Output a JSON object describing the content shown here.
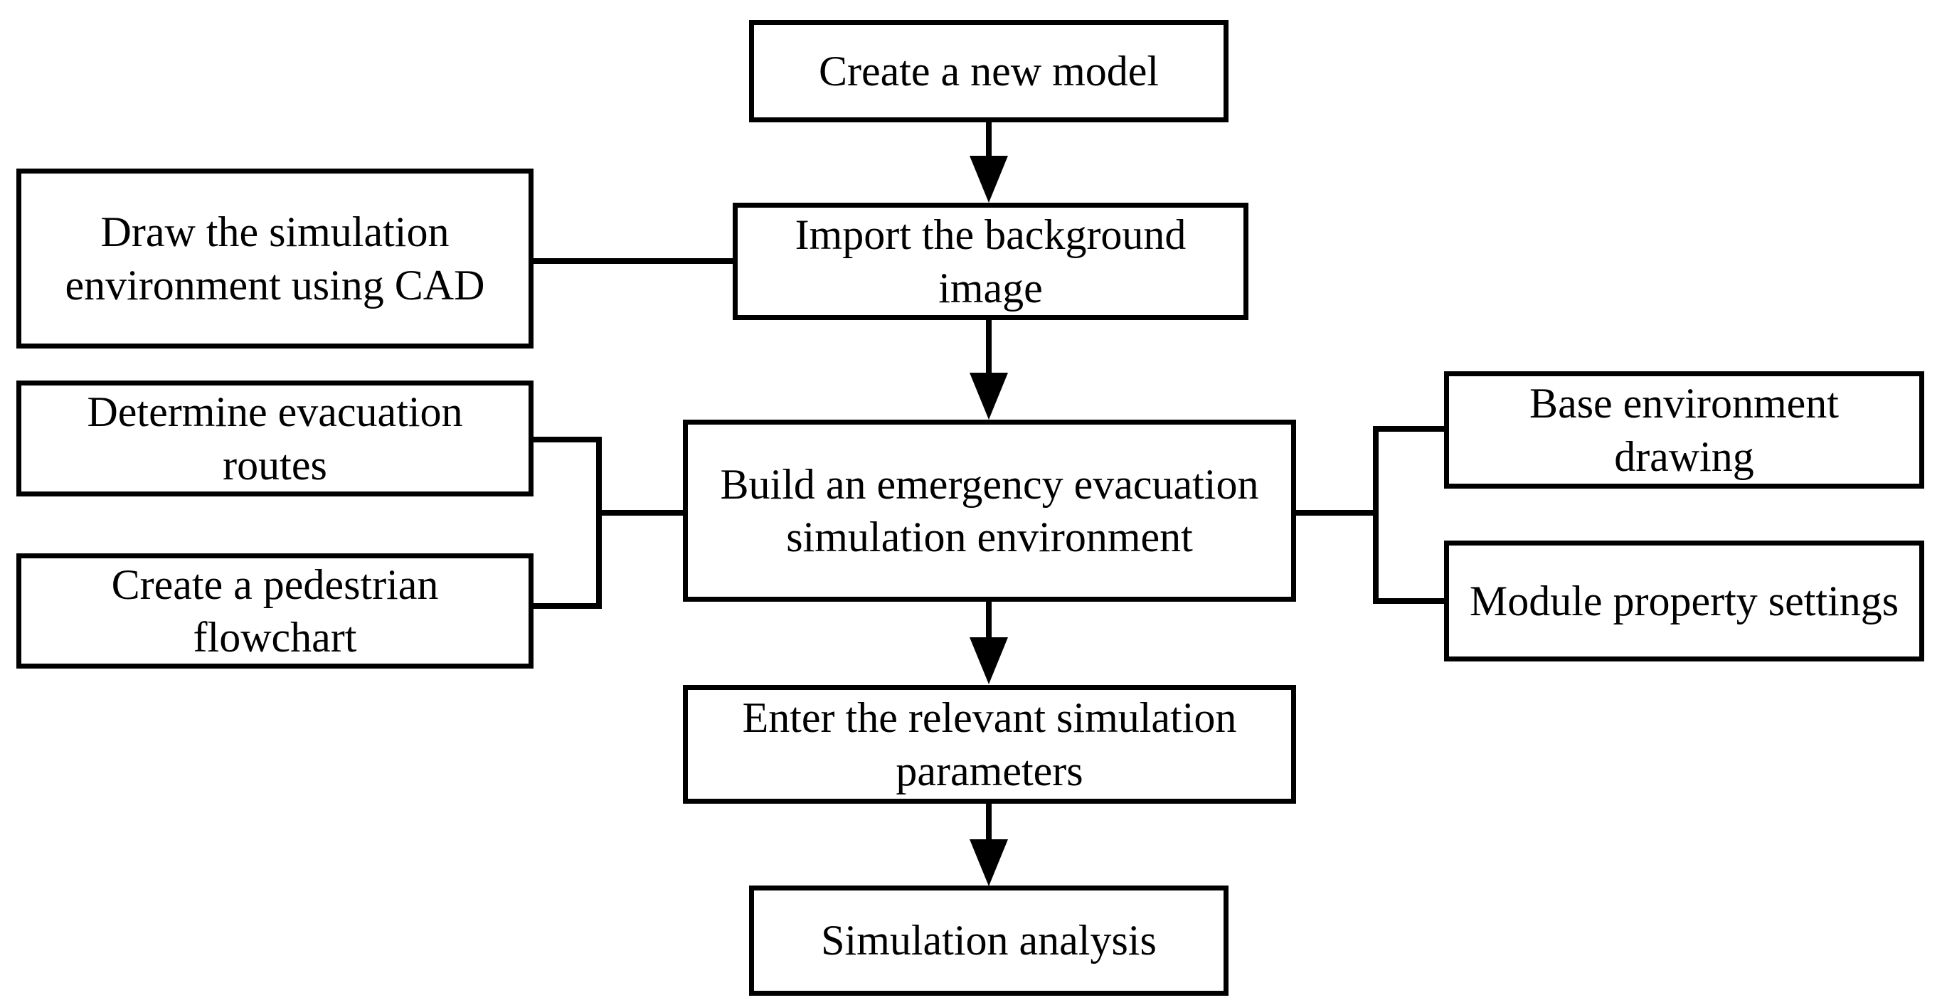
{
  "diagram": {
    "title": "Emergency evacuation simulation modelling workflow",
    "type": "flowchart",
    "background_color": "#ffffff",
    "line_color": "#000000",
    "text_color": "#000000",
    "nodes": {
      "create_model": "Create a new model",
      "import_background": "Import the background image",
      "draw_cad": "Draw the simulation environment using CAD",
      "determine_routes": "Determine evacuation routes",
      "create_flowchart": "Create a pedestrian flowchart",
      "build_environment": "Build an emergency evacuation simulation environment",
      "base_drawing": "Base environment drawing",
      "module_settings": "Module property settings",
      "enter_parameters": "Enter the relevant simulation parameters",
      "simulation_analysis": "Simulation analysis"
    },
    "edges": [
      {
        "from": "create_model",
        "to": "import_background",
        "style": "arrow-down"
      },
      {
        "from": "draw_cad",
        "to": "import_background",
        "style": "line-horizontal"
      },
      {
        "from": "import_background",
        "to": "build_environment",
        "style": "arrow-down"
      },
      {
        "from": "determine_routes",
        "to": "build_environment",
        "style": "bracket-left"
      },
      {
        "from": "create_flowchart",
        "to": "build_environment",
        "style": "bracket-left"
      },
      {
        "from": "build_environment",
        "to": "base_drawing",
        "style": "bracket-right"
      },
      {
        "from": "build_environment",
        "to": "module_settings",
        "style": "bracket-right"
      },
      {
        "from": "build_environment",
        "to": "enter_parameters",
        "style": "arrow-down"
      },
      {
        "from": "enter_parameters",
        "to": "simulation_analysis",
        "style": "arrow-down"
      }
    ]
  }
}
